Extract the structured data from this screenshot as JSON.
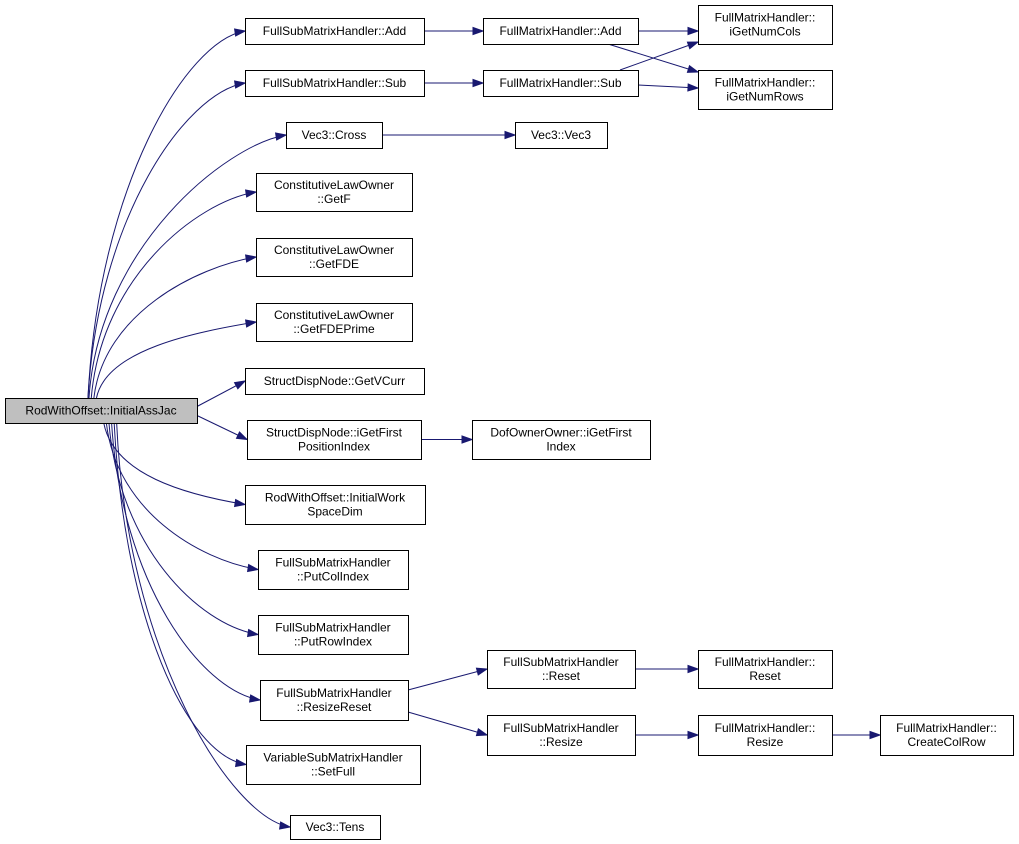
{
  "diagram": {
    "type": "call-graph",
    "colors": {
      "edge": "#191970",
      "root_fill": "#bfbfbf",
      "node_fill": "#ffffff",
      "node_border": "#000000"
    },
    "nodes": [
      {
        "id": "root",
        "lines": [
          "RodWithOffset::InitialAssJac"
        ]
      },
      {
        "id": "fsmh_add",
        "lines": [
          "FullSubMatrixHandler::Add"
        ]
      },
      {
        "id": "fsmh_sub",
        "lines": [
          "FullSubMatrixHandler::Sub"
        ]
      },
      {
        "id": "vec3_cross",
        "lines": [
          "Vec3::Cross"
        ]
      },
      {
        "id": "clo_getf",
        "lines": [
          "ConstitutiveLawOwner",
          "::GetF"
        ]
      },
      {
        "id": "clo_getfde",
        "lines": [
          "ConstitutiveLawOwner",
          "::GetFDE"
        ]
      },
      {
        "id": "clo_getfdeprime",
        "lines": [
          "ConstitutiveLawOwner",
          "::GetFDEPrime"
        ]
      },
      {
        "id": "sdn_getvcurr",
        "lines": [
          "StructDispNode::GetVCurr"
        ]
      },
      {
        "id": "sdn_igetfirst",
        "lines": [
          "StructDispNode::iGetFirst",
          "PositionIndex"
        ]
      },
      {
        "id": "rwo_initialwork",
        "lines": [
          "RodWithOffset::InitialWork",
          "SpaceDim"
        ]
      },
      {
        "id": "fsmh_putcol",
        "lines": [
          "FullSubMatrixHandler",
          "::PutColIndex"
        ]
      },
      {
        "id": "fsmh_putrow",
        "lines": [
          "FullSubMatrixHandler",
          "::PutRowIndex"
        ]
      },
      {
        "id": "fsmh_resizereset",
        "lines": [
          "FullSubMatrixHandler",
          "::ResizeReset"
        ]
      },
      {
        "id": "vsmh_setfull",
        "lines": [
          "VariableSubMatrixHandler",
          "::SetFull"
        ]
      },
      {
        "id": "vec3_tens",
        "lines": [
          "Vec3::Tens"
        ]
      },
      {
        "id": "fmh_add",
        "lines": [
          "FullMatrixHandler::Add"
        ]
      },
      {
        "id": "fmh_sub",
        "lines": [
          "FullMatrixHandler::Sub"
        ]
      },
      {
        "id": "vec3_vec3",
        "lines": [
          "Vec3::Vec3"
        ]
      },
      {
        "id": "doo_igetfirst",
        "lines": [
          "DofOwnerOwner::iGetFirst",
          "Index"
        ]
      },
      {
        "id": "fsmh_reset",
        "lines": [
          "FullSubMatrixHandler",
          "::Reset"
        ]
      },
      {
        "id": "fsmh_resize",
        "lines": [
          "FullSubMatrixHandler",
          "::Resize"
        ]
      },
      {
        "id": "fmh_igetnumcols",
        "lines": [
          "FullMatrixHandler::",
          "iGetNumCols"
        ]
      },
      {
        "id": "fmh_igetnumrows",
        "lines": [
          "FullMatrixHandler::",
          "iGetNumRows"
        ]
      },
      {
        "id": "fmh_reset",
        "lines": [
          "FullMatrixHandler::",
          "Reset"
        ]
      },
      {
        "id": "fmh_resize",
        "lines": [
          "FullMatrixHandler::",
          "Resize"
        ]
      },
      {
        "id": "fmh_createcolrow",
        "lines": [
          "FullMatrixHandler::",
          "CreateColRow"
        ]
      }
    ],
    "edges": [
      [
        "root",
        "fsmh_add"
      ],
      [
        "root",
        "fsmh_sub"
      ],
      [
        "root",
        "vec3_cross"
      ],
      [
        "root",
        "clo_getf"
      ],
      [
        "root",
        "clo_getfde"
      ],
      [
        "root",
        "clo_getfdeprime"
      ],
      [
        "root",
        "sdn_getvcurr"
      ],
      [
        "root",
        "sdn_igetfirst"
      ],
      [
        "root",
        "rwo_initialwork"
      ],
      [
        "root",
        "fsmh_putcol"
      ],
      [
        "root",
        "fsmh_putrow"
      ],
      [
        "root",
        "fsmh_resizereset"
      ],
      [
        "root",
        "vsmh_setfull"
      ],
      [
        "root",
        "vec3_tens"
      ],
      [
        "fsmh_add",
        "fmh_add"
      ],
      [
        "fsmh_sub",
        "fmh_sub"
      ],
      [
        "fmh_add",
        "fmh_igetnumcols"
      ],
      [
        "fmh_add",
        "fmh_igetnumrows"
      ],
      [
        "fmh_sub",
        "fmh_igetnumcols"
      ],
      [
        "fmh_sub",
        "fmh_igetnumrows"
      ],
      [
        "vec3_cross",
        "vec3_vec3"
      ],
      [
        "sdn_igetfirst",
        "doo_igetfirst"
      ],
      [
        "fsmh_resizereset",
        "fsmh_reset"
      ],
      [
        "fsmh_resizereset",
        "fsmh_resize"
      ],
      [
        "fsmh_reset",
        "fmh_reset"
      ],
      [
        "fsmh_resize",
        "fmh_resize"
      ],
      [
        "fmh_resize",
        "fmh_createcolrow"
      ]
    ]
  }
}
